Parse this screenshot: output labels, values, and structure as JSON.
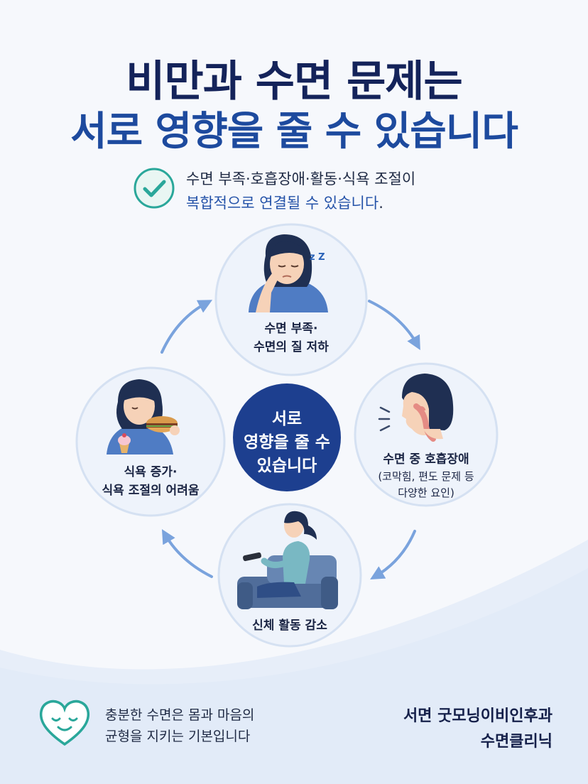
{
  "title": {
    "line1": "비만과 수면 문제는",
    "line2": "서로 영향을 줄 수 있습니다"
  },
  "subtitle": {
    "line1": "수면 부족·호흡장애·활동·식욕 조절이",
    "line2_highlight": "복합적으로 연결될 수 있습니다",
    "line2_end": "."
  },
  "icons": {
    "check": "check-circle-icon",
    "heart": "smiling-heart-icon"
  },
  "cycle": {
    "center": {
      "line1": "서로",
      "line2": "영향을 줄 수",
      "line3": "있습니다"
    },
    "top": {
      "line1": "수면 부족·",
      "line2": "수면의 질 저하",
      "zz": "z Z"
    },
    "right": {
      "line1": "수면 중 호흡장애",
      "line2": "(코막힘, 편도 문제 등",
      "line3": "다양한 요인)"
    },
    "bottom": {
      "line1": "신체 활동 감소"
    },
    "left": {
      "line1": "식욕 증가·",
      "line2": "식욕 조절의 어려움"
    }
  },
  "footer": {
    "message_line1": "충분한 수면은 몸과 마음의",
    "message_line2": "균형을 지키는 기본입니다",
    "clinic_line1": "서면 굿모닝이비인후과",
    "clinic_line2": "수면클리닉"
  },
  "colors": {
    "navy": "#14235a",
    "blue": "#1d4a9e",
    "teal": "#2aa79a",
    "circle_fill": "#eef3fb",
    "circle_border": "#d5e1f2",
    "arrow": "#7aa3dd",
    "center_fill": "#1d3f8f"
  }
}
